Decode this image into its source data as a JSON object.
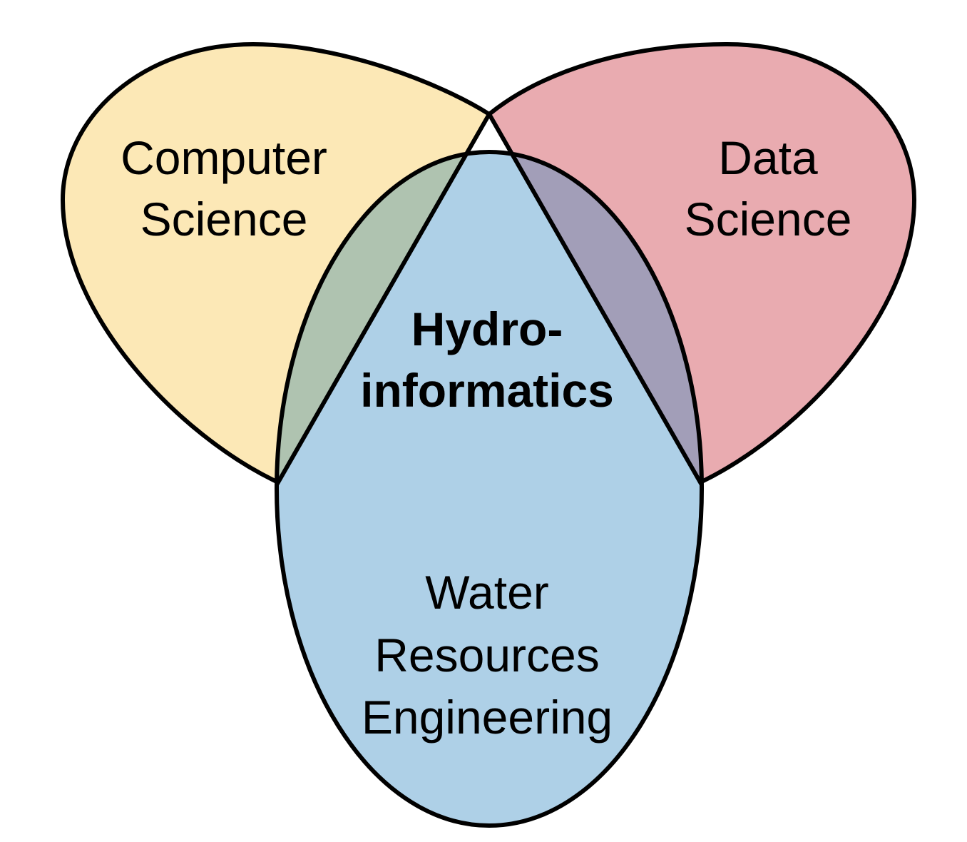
{
  "diagram": {
    "type": "venn",
    "sets": {
      "computer_science": {
        "line1": "Computer",
        "line2": "Science",
        "color": "#FCE8B6"
      },
      "data_science": {
        "line1": "Data",
        "line2": "Science",
        "color": "#E9ABB0"
      },
      "water_resources": {
        "line1": "Water",
        "line2": "Resources",
        "line3": "Engineering",
        "color": "#AED0E7"
      }
    },
    "center": {
      "line1": "Hydro-",
      "line2": "informatics",
      "color": "#9D9394"
    },
    "overlap_colors": {
      "cs_ds": "#E59F7F",
      "cs_wre": "#AFC3B0",
      "ds_wre": "#A29EB8"
    },
    "outline_color": "#000000"
  }
}
